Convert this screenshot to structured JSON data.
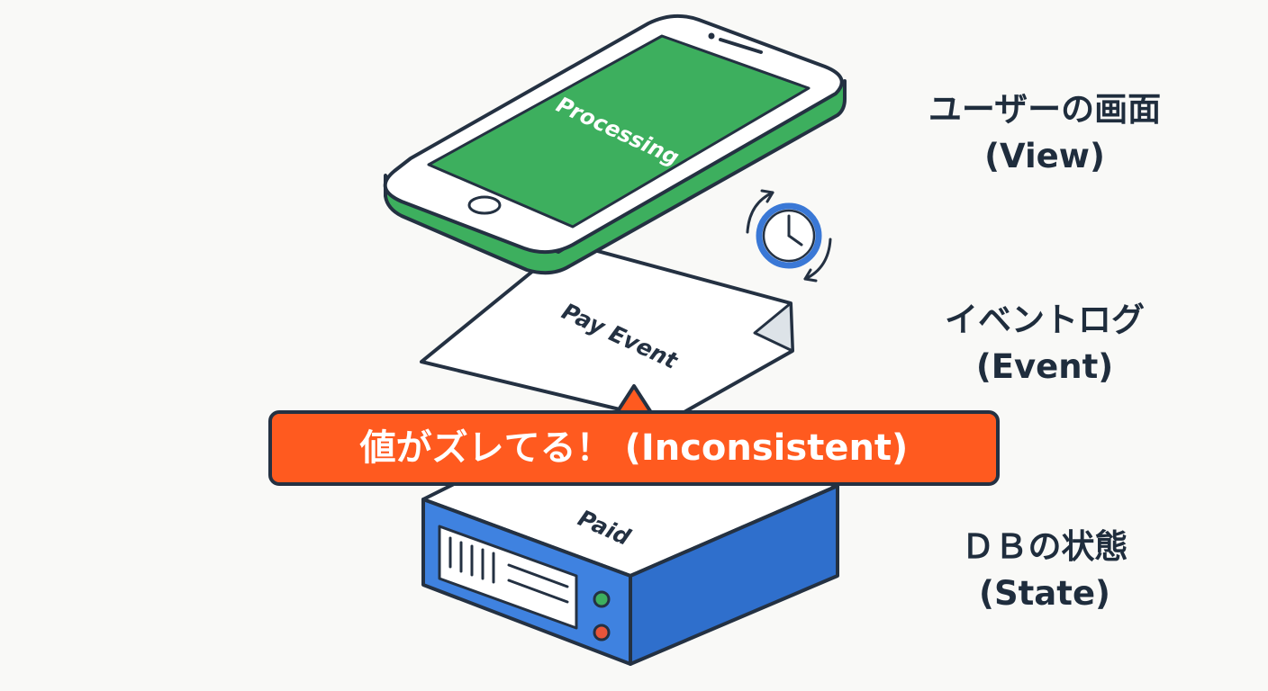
{
  "layers": {
    "view": {
      "title": "ユーザーの画面",
      "subtitle": "(View)",
      "screen_text": "Processing"
    },
    "event": {
      "title": "イベントログ",
      "subtitle": "(Event)",
      "card_text": "Pay Event"
    },
    "db": {
      "title": "ＤＢの状態",
      "subtitle": "(State)",
      "top_text": "Paid"
    }
  },
  "callout": {
    "text": "値がズレてる！ (Inconsistent)"
  },
  "icons": {
    "sync_clock": "clock-with-circular-arrows-icon",
    "phone": "smartphone-icon",
    "document": "document-page-icon",
    "server": "server-icon"
  },
  "colors": {
    "phone_screen": "#3daf5e",
    "server_body": "#3f82e0",
    "callout_bg": "#ff5a1f",
    "outline": "#243142",
    "clock_ring": "#3a78d6",
    "led_green": "#3daf5e",
    "led_red": "#e8553a"
  }
}
